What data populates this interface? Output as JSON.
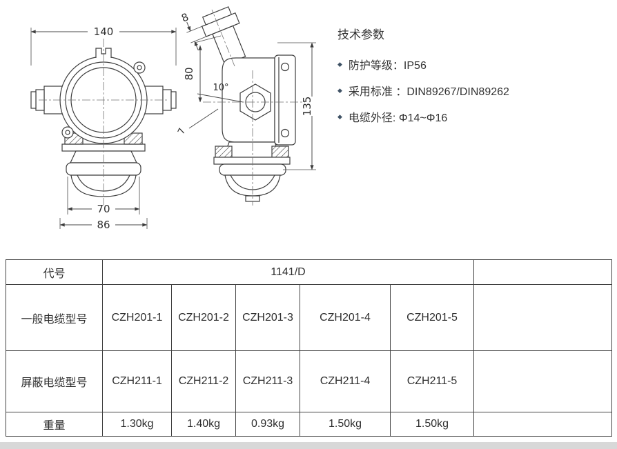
{
  "specs": {
    "title": "技术参数",
    "bullet": "◆",
    "items": [
      {
        "text": "防护等级：IP56"
      },
      {
        "text": "采用标准 ：DIN89267/DIN89262"
      },
      {
        "text": "电缆外径: Φ14~Φ16"
      }
    ]
  },
  "drawing": {
    "front_view": {
      "width_overall": "140",
      "width_socket": "70",
      "width_base": "86"
    },
    "side_view": {
      "plate_thickness": "8",
      "entry_height": "80",
      "entry_angle": "10°",
      "gap": "7",
      "height_overall": "135"
    }
  },
  "table": {
    "code_row": {
      "label": "代号",
      "value": "1141/D"
    },
    "rows": [
      {
        "label": "一般电缆型号",
        "values": [
          "CZH201-1",
          "CZH201-2",
          "CZH201-3",
          "CZH201-4",
          "CZH201-5"
        ]
      },
      {
        "label": "屏蔽电缆型号",
        "values": [
          "CZH211-1",
          "CZH211-2",
          "CZH211-3",
          "CZH211-4",
          "CZH211-5"
        ]
      },
      {
        "label": "重量",
        "values": [
          "1.30kg",
          "1.40kg",
          "0.93kg",
          "1.50kg",
          "1.50kg"
        ]
      }
    ]
  }
}
